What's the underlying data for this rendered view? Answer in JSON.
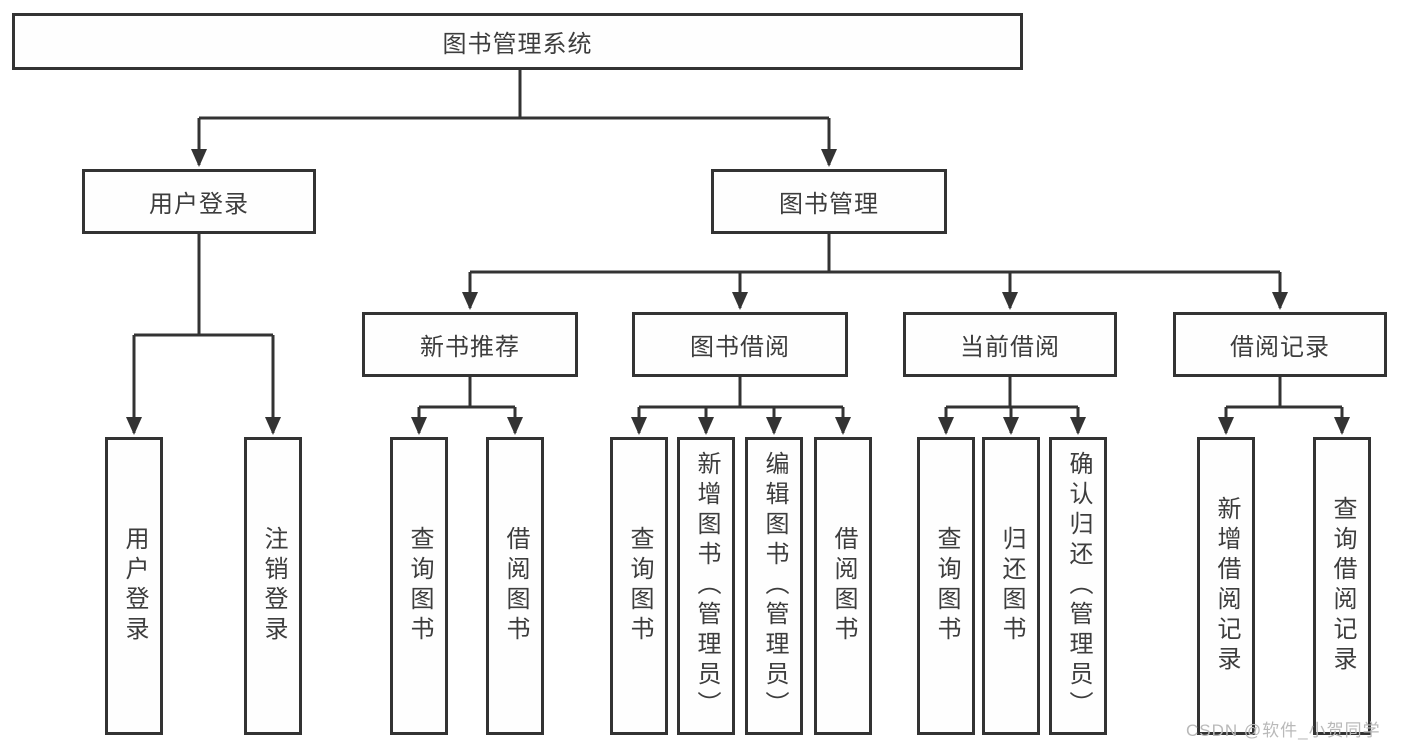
{
  "tree": {
    "root": {
      "label": "图书管理系统"
    },
    "branches": [
      {
        "label": "用户登录",
        "leaves": [
          {
            "label": "用户登录"
          },
          {
            "label": "注销登录"
          }
        ]
      },
      {
        "label": "图书管理",
        "groups": [
          {
            "label": "新书推荐",
            "leaves": [
              {
                "label": "查询图书"
              },
              {
                "label": "借阅图书"
              }
            ]
          },
          {
            "label": "图书借阅",
            "leaves": [
              {
                "label": "查询图书"
              },
              {
                "label": "新增图书（管理员）"
              },
              {
                "label": "编辑图书（管理员）"
              },
              {
                "label": "借阅图书"
              }
            ]
          },
          {
            "label": "当前借阅",
            "leaves": [
              {
                "label": "查询图书"
              },
              {
                "label": "归还图书"
              },
              {
                "label": "确认归还（管理员）"
              }
            ]
          },
          {
            "label": "借阅记录",
            "leaves": [
              {
                "label": "新增借阅记录"
              },
              {
                "label": "查询借阅记录"
              }
            ]
          }
        ]
      }
    ]
  },
  "watermark": {
    "label": "CSDN @软件_小贺同学"
  },
  "colors": {
    "line": "#333333",
    "text": "#3d3d3d",
    "watermark": "#b9b9b9",
    "background": "#ffffff"
  }
}
